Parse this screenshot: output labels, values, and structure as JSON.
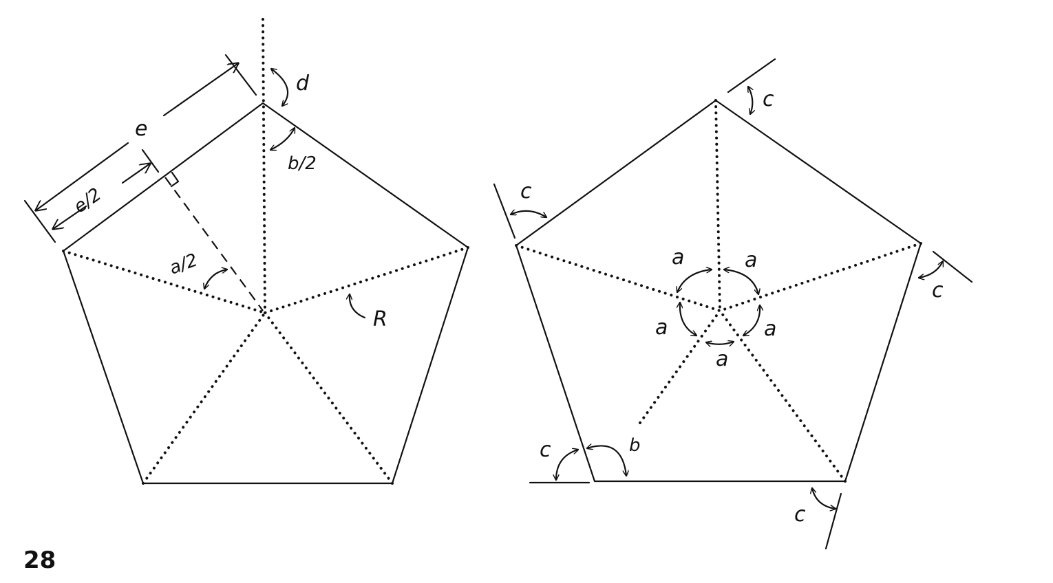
{
  "page_number": "28",
  "left_figure": {
    "labels": {
      "edge": "e",
      "half_edge": "e/2",
      "half_central_angle": "a/2",
      "half_interior_angle": "b/2",
      "exterior_angle": "d",
      "radius": "R"
    }
  },
  "right_figure": {
    "labels": {
      "central_angle": "a",
      "interior_angle": "b",
      "exterior_angle": "c"
    }
  }
}
